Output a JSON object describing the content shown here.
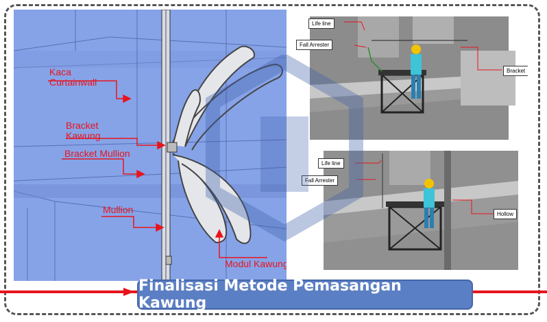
{
  "title": "Finalisasi Metode Pemasangan Kawung",
  "left_labels": {
    "kaca": "Kaca\nCurtainwall",
    "bracket_kawung": "Bracket\nKawung",
    "bracket_mullion": "Bracket Mullion",
    "mullion": "Mullion",
    "modul": "Modul Kawung"
  },
  "top_scene": {
    "life_line": "Life line",
    "fall_arrester": "Fall Arrester",
    "bracket": "Bracket"
  },
  "bottom_scene": {
    "life_line": "Life line",
    "fall_arrester": "Fall Arrester",
    "hollow": "Hollow"
  },
  "colors": {
    "accent": "#e8141c",
    "title_bg": "#5b7fc4",
    "panel_blue": "#7f9fe6"
  }
}
